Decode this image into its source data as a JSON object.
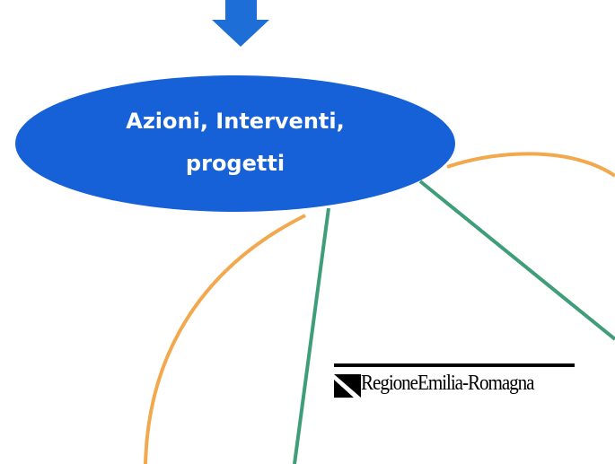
{
  "diagram": {
    "central_node": {
      "label_lines": [
        "Azioni, Interventi,",
        "progetti"
      ]
    },
    "colors": {
      "node_fill": "#1660D8",
      "arrow_fill": "#1E6ED8",
      "orange_curve": "#F2A84C",
      "green_line": "#3F9E79"
    },
    "incoming_arrow": {
      "direction": "down",
      "icon": "arrow-down-icon"
    },
    "connectors": [
      {
        "name": "orange-curve-right",
        "color": "orange"
      },
      {
        "name": "orange-curve-left",
        "color": "orange"
      },
      {
        "name": "green-line-down",
        "color": "green"
      },
      {
        "name": "green-line-right",
        "color": "green"
      }
    ]
  },
  "logo": {
    "text": "RegioneEmilia-Romagna",
    "icon": "regione-emilia-romagna-flag-icon"
  }
}
